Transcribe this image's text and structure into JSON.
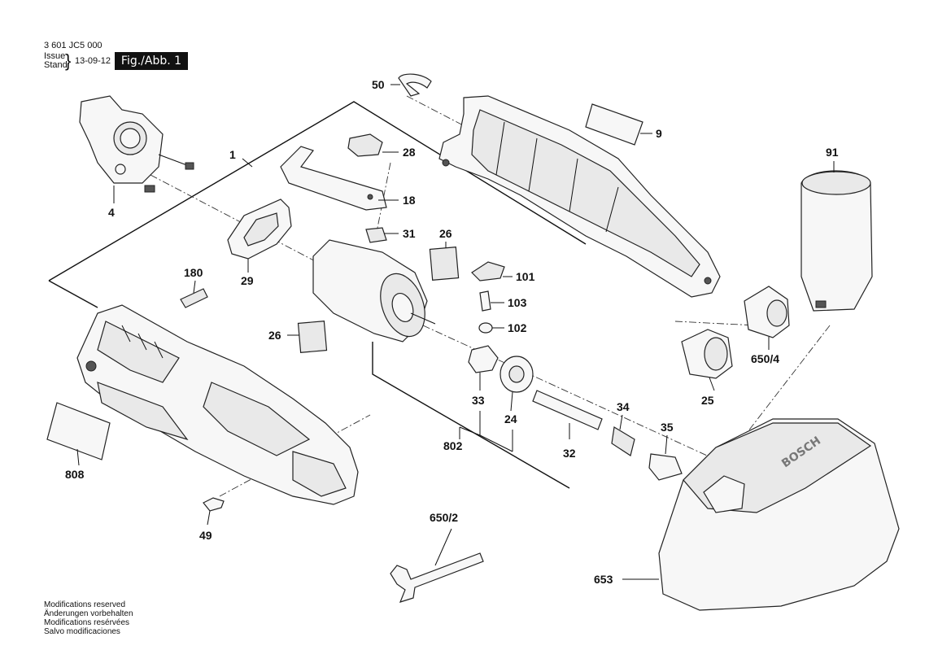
{
  "header": {
    "doc_number": "3 601 JC5 000",
    "issue_label": "Issue",
    "stand_label": "Stand",
    "date": "13-09-12",
    "figure": "Fig./Abb. 1"
  },
  "footer": [
    "Modifications reserved",
    "Änderungen vorbehalten",
    "Modifications resérvées",
    "Salvo modificaciones"
  ],
  "parts": {
    "p1": "1",
    "p4": "4",
    "p9": "9",
    "p18": "18",
    "p24": "24",
    "p25": "25",
    "p26a": "26",
    "p26b": "26",
    "p28": "28",
    "p29": "29",
    "p31": "31",
    "p32": "32",
    "p33": "33",
    "p34": "34",
    "p35": "35",
    "p49": "49",
    "p50": "50",
    "p91": "91",
    "p101": "101",
    "p102": "102",
    "p103": "103",
    "p180": "180",
    "p650_2": "650/2",
    "p650_4": "650/4",
    "p653": "653",
    "p802": "802",
    "p808": "808"
  },
  "charger_brand": "BOSCH"
}
